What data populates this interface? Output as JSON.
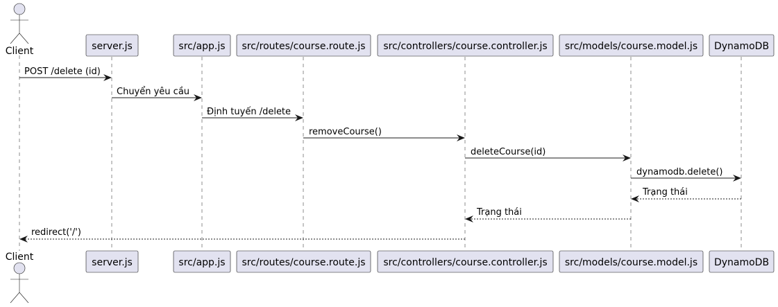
{
  "actor": {
    "name": "Client"
  },
  "participants": [
    {
      "name": "server.js"
    },
    {
      "name": "src/app.js"
    },
    {
      "name": "src/routes/course.route.js"
    },
    {
      "name": "src/controllers/course.controller.js"
    },
    {
      "name": "src/models/course.model.js"
    },
    {
      "name": "DynamoDB"
    }
  ],
  "messages": [
    {
      "label": "POST /delete (id)",
      "from": "Client",
      "to": "server.js",
      "type": "call"
    },
    {
      "label": "Chuyển yêu cầu",
      "from": "server.js",
      "to": "src/app.js",
      "type": "call"
    },
    {
      "label": "Định tuyến /delete",
      "from": "src/app.js",
      "to": "src/routes/course.route.js",
      "type": "call"
    },
    {
      "label": "removeCourse()",
      "from": "src/routes/course.route.js",
      "to": "src/controllers/course.controller.js",
      "type": "call"
    },
    {
      "label": "deleteCourse(id)",
      "from": "src/controllers/course.controller.js",
      "to": "src/models/course.model.js",
      "type": "call"
    },
    {
      "label": "dynamodb.delete()",
      "from": "src/models/course.model.js",
      "to": "DynamoDB",
      "type": "call"
    },
    {
      "label": "Trạng thái",
      "from": "DynamoDB",
      "to": "src/models/course.model.js",
      "type": "return"
    },
    {
      "label": "Trạng thái",
      "from": "src/models/course.model.js",
      "to": "src/controllers/course.controller.js",
      "type": "return"
    },
    {
      "label": "redirect('/')",
      "from": "src/controllers/course.controller.js",
      "to": "Client",
      "type": "return"
    }
  ]
}
